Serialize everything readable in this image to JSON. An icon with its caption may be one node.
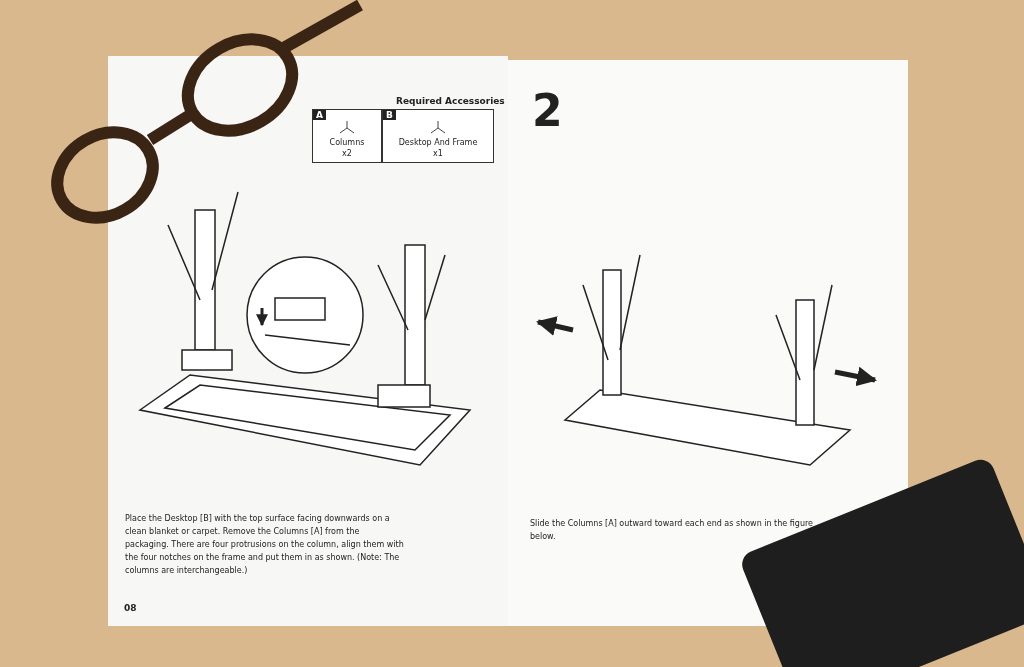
{
  "diagram": {
    "nodes": [
      {
        "text": [
          "A",
          "Columns",
          "x2"
        ]
      },
      {
        "text": [
          "B",
          "Desktop And Frame",
          "x1"
        ]
      }
    ],
    "labels": [
      "Required Accessories",
      "Place the Desktop [B] with the top surface facing downwards on a clean blanket or carpet. Remove the Columns [A] from the packaging. There are four protrusions on the column, align them with the four notches on the frame and put them in as shown. (Note: The columns are interchangeable.)",
      "08",
      "2",
      "Slide the Columns [A] outward toward each end as shown in the figure below."
    ]
  }
}
